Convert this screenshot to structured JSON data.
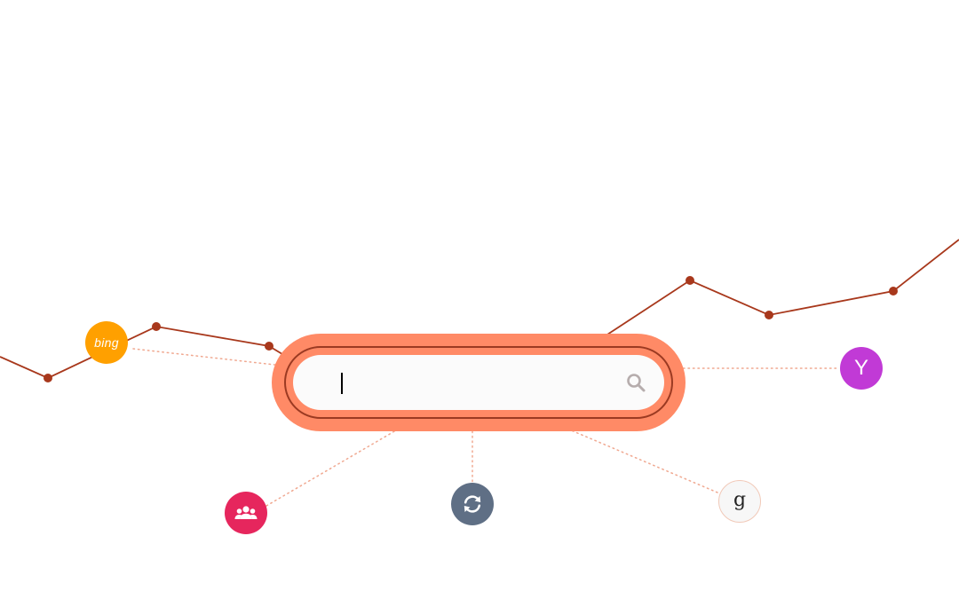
{
  "search": {
    "value": "",
    "placeholder": "",
    "icon": "search-icon"
  },
  "colors": {
    "pill_outer": "#ff8a66",
    "pill_ring": "#9b3a22",
    "pill_inner": "#fbfbfb",
    "trend_line": "#a8381c",
    "connector": "#f0a890",
    "bing": "#ffa000",
    "yahoo": "#c13ad6",
    "people": "#e6265d",
    "refresh": "#5f6f85",
    "google": "#f7f7f7"
  },
  "engines": [
    {
      "id": "bing",
      "label": "bing",
      "icon": "bing-logo-icon"
    },
    {
      "id": "yahoo",
      "label": "Y",
      "icon": "yahoo-logo-icon"
    },
    {
      "id": "people",
      "label": "",
      "icon": "people-group-icon"
    },
    {
      "id": "refresh",
      "label": "",
      "icon": "refresh-icon"
    },
    {
      "id": "google",
      "label": "g",
      "icon": "google-logo-icon"
    }
  ]
}
